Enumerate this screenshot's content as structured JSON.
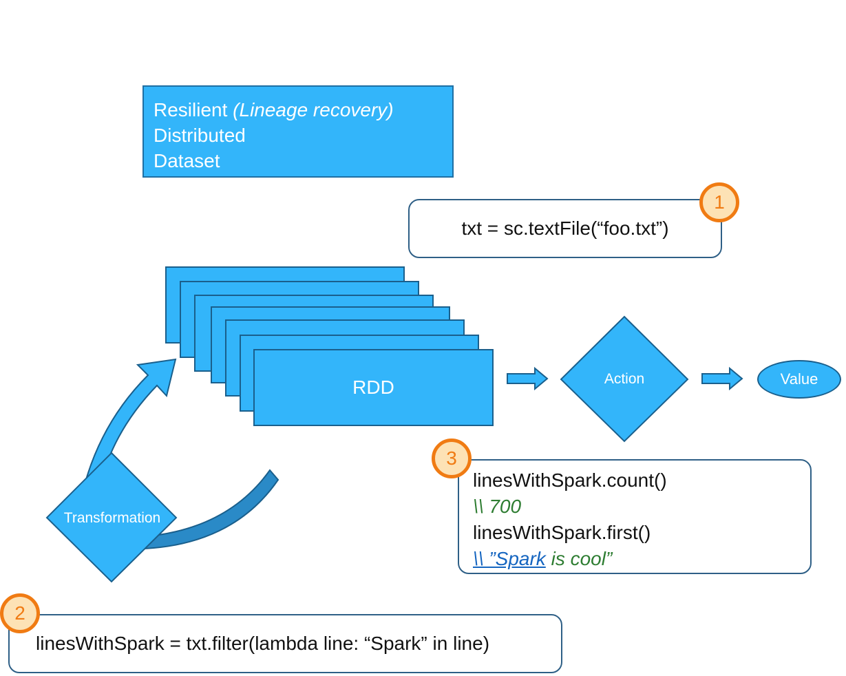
{
  "definition": {
    "line1_word": "Resilient",
    "line1_note": "(Lineage recovery)",
    "line2": "Distributed",
    "line3": "Dataset"
  },
  "steps": {
    "step1": {
      "badge": "1",
      "code": "txt = sc.textFile(“foo.txt”)"
    },
    "step2": {
      "badge": "2",
      "code": "linesWithSpark = txt.filter(lambda line: “Spark” in line)"
    },
    "step3": {
      "badge": "3",
      "line1": "linesWithSpark.count()",
      "line2_comment": "\\\\ 700",
      "line3": "linesWithSpark.first()",
      "line4_link": "\\\\ ”Spark",
      "line4_rest": " is cool”"
    }
  },
  "diagram": {
    "rdd_label": "RDD",
    "action_label": "Action",
    "value_label": "Value",
    "transformation_label": "Transformation"
  },
  "colors": {
    "shape_fill": "#33b5fa",
    "shape_border": "#1a5f8c",
    "badge_orange": "#f07b13",
    "comment_green": "#2e7d32",
    "link_blue": "#1565c0"
  }
}
